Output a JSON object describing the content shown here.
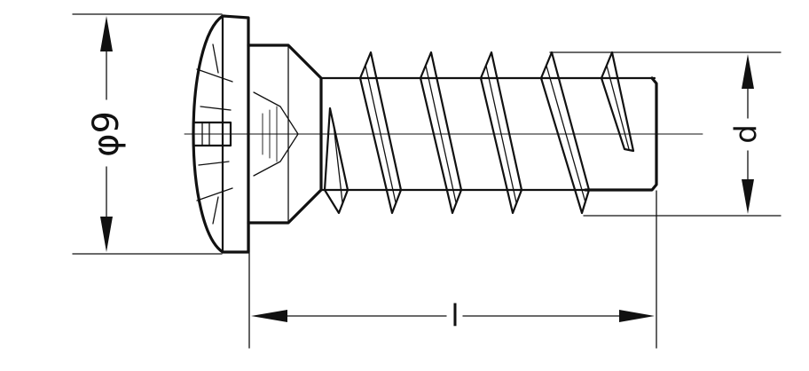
{
  "labels": {
    "head_diameter": "φ9",
    "thread_diameter": "d",
    "length": "l"
  }
}
